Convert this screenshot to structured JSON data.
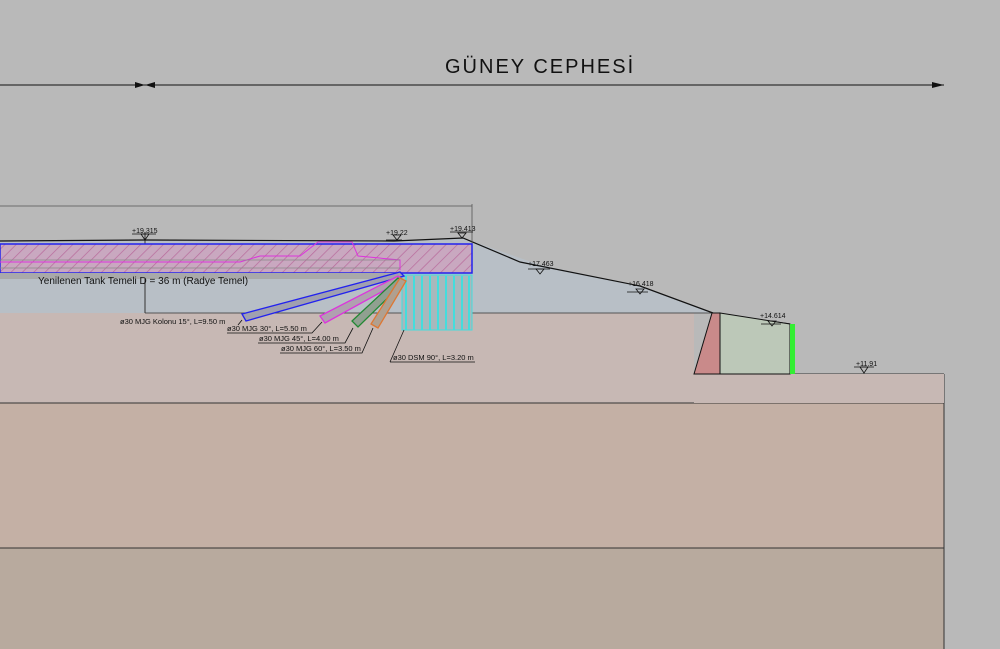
{
  "title": "GÜNEY CEPHESİ",
  "foundation_label": "Yenilenen Tank Temeli D = 36 m (Radye Temel)",
  "elevations": [
    "+19.315",
    "+19.22",
    "+19.413",
    "+17.463",
    "+16.418",
    "+14.614",
    "+11.91"
  ],
  "callouts": [
    "ø30 MJG Kolonu 15°, L=9.50 m",
    "ø30 MJG 30°, L=5.50 m",
    "ø30 MJG 45°, L=4.00 m",
    "ø30 MJG 60°, L=3.50 m",
    "ø30 DSM 90°, L=3.20 m"
  ],
  "colors": {
    "background": "#b9b9b9",
    "fill_soil": "#b8bfc6",
    "layer1": "#c7b8b4",
    "layer2": "#c4b0a5",
    "layer3": "#b8aa9e",
    "foundation_outline": "#2222ee",
    "hatch": "#c06a9a",
    "wall": "#c98a8a",
    "backfill": "#bcc8b8",
    "drain": "#33ee33",
    "dsm": "#44dddd"
  }
}
